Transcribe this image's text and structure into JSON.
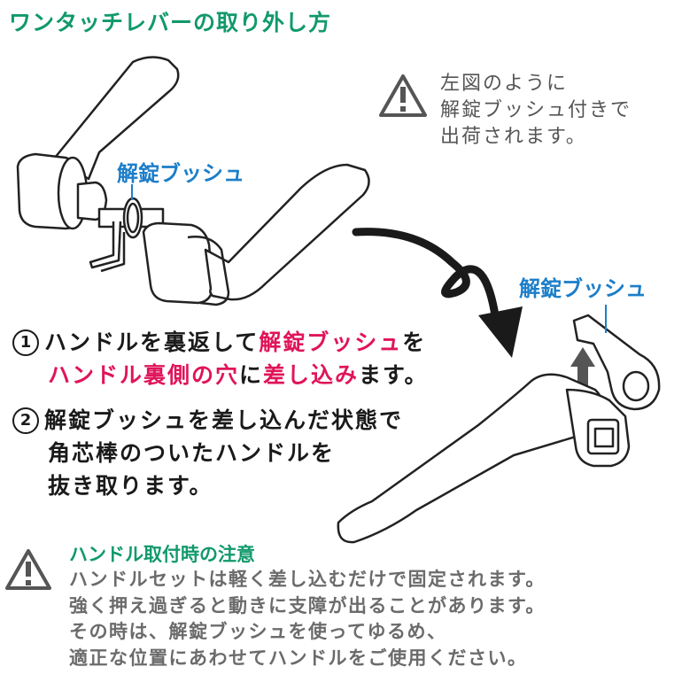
{
  "title": "ワンタッチレバーの取り外し方",
  "top_note": [
    "左図のように",
    "解錠ブッシュ付きで",
    "出荷されます。"
  ],
  "label_bush_left": "解錠ブッシュ",
  "label_bush_right": "解錠ブッシュ",
  "steps": [
    {
      "number": "1",
      "lines": [
        [
          {
            "text": "ハンドルを裏返して",
            "highlight": false
          },
          {
            "text": "解錠ブッシュ",
            "highlight": true
          },
          {
            "text": "を",
            "highlight": false
          }
        ],
        [
          {
            "text": "ハンドル裏側の穴",
            "highlight": true
          },
          {
            "text": "に",
            "highlight": false
          },
          {
            "text": "差し込み",
            "highlight": true
          },
          {
            "text": "ます。",
            "highlight": false
          }
        ]
      ]
    },
    {
      "number": "2",
      "lines": [
        [
          {
            "text": "解錠ブッシュを差し込んだ状態で",
            "highlight": false
          }
        ],
        [
          {
            "text": "角芯棒のついたハンドルを",
            "highlight": false
          }
        ],
        [
          {
            "text": "抜き取ります。",
            "highlight": false
          }
        ]
      ]
    }
  ],
  "caution": {
    "heading": "ハンドル取付時の注意",
    "lines": [
      "ハンドルセットは軽く差し込むだけで固定されます。",
      "強く押え過ぎると動きに支障が出ることがあります。",
      "その時は、解錠ブッシュを使ってゆるめ、",
      "適正な位置にあわせてハンドルをご使用ください。"
    ]
  },
  "colors": {
    "title": "#12996c",
    "label": "#1c7ec9",
    "highlight": "#e0145a"
  },
  "icons": [
    "warning-icon",
    "curved-arrow-icon",
    "up-down-arrow-icon"
  ]
}
